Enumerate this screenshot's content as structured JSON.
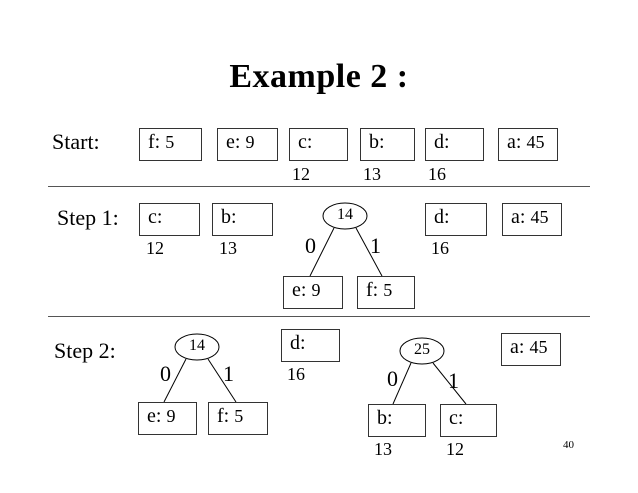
{
  "title": "Example 2 :",
  "page_number": "40",
  "start": {
    "label": "Start:",
    "boxes": [
      {
        "text": "f: ",
        "num": "5"
      },
      {
        "text": "e: ",
        "num": "9"
      },
      {
        "text": "c:",
        "under": "12"
      },
      {
        "text": "b:",
        "under": "13"
      },
      {
        "text": "d:",
        "under": "16"
      },
      {
        "text": "a: ",
        "num": "45"
      }
    ]
  },
  "step1": {
    "label": "Step 1:",
    "c": {
      "text": "c:",
      "under": "12"
    },
    "b": {
      "text": "b:",
      "under": "13"
    },
    "tree": {
      "root": "14",
      "left_edge": "0",
      "right_edge": "1",
      "left": {
        "text": "e: ",
        "num": "9"
      },
      "right": {
        "text": "f: ",
        "num": "5"
      }
    },
    "d": {
      "text": "d:",
      "under": "16"
    },
    "a": {
      "text": "a: ",
      "num": "45"
    }
  },
  "step2": {
    "label": "Step 2:",
    "tree1": {
      "root": "14",
      "left_edge": "0",
      "right_edge": "1",
      "left": {
        "text": "e: ",
        "num": "9"
      },
      "right": {
        "text": "f: ",
        "num": "5"
      }
    },
    "d": {
      "text": "d:",
      "under": "16"
    },
    "tree2": {
      "root": "25",
      "left_edge": "0",
      "right_edge": "1",
      "left": {
        "text": "b:",
        "under": "13"
      },
      "right": {
        "text": "c:",
        "under": "12"
      }
    },
    "a": {
      "text": "a: ",
      "num": "45"
    }
  }
}
